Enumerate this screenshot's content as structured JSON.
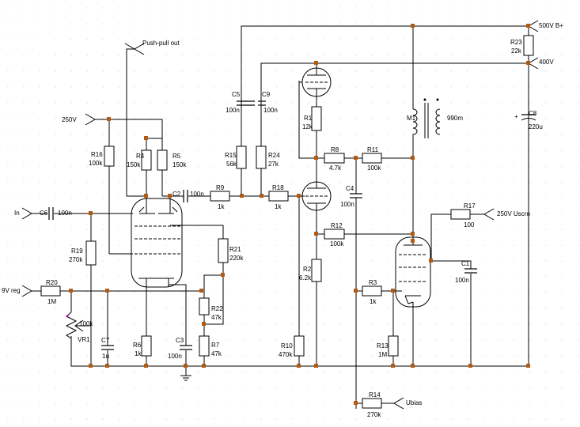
{
  "colors": {
    "wire": "#000000",
    "node": "#b05a14",
    "grid": "#c8c8c8",
    "polarity_mark": "#c000c0"
  },
  "ports": {
    "push_pull_out": "Push-pull out",
    "v250": "250V",
    "input": "In",
    "v9reg": "9V reg",
    "v500": "500V B+",
    "v400": "400V",
    "v250scrn": "250V Uscrn",
    "ubias": "Ubias"
  },
  "components": {
    "R1": {
      "ref": "R1",
      "value": "12k"
    },
    "R2": {
      "ref": "R2",
      "value": "6.2k"
    },
    "R3": {
      "ref": "R3",
      "value": "1k"
    },
    "R4": {
      "ref": "R4",
      "value": "150k"
    },
    "R5": {
      "ref": "R5",
      "value": "150k"
    },
    "R6": {
      "ref": "R6",
      "value": "1k"
    },
    "R7": {
      "ref": "R7",
      "value": "47k"
    },
    "R8": {
      "ref": "R8",
      "value": "4.7k"
    },
    "R9": {
      "ref": "R9",
      "value": "1k"
    },
    "R10": {
      "ref": "R10",
      "value": "470k"
    },
    "R11": {
      "ref": "R11",
      "value": "100k"
    },
    "R12": {
      "ref": "R12",
      "value": "100k"
    },
    "R13": {
      "ref": "R13",
      "value": "1M"
    },
    "R14": {
      "ref": "R14",
      "value": "270k"
    },
    "R15": {
      "ref": "R15",
      "value": "56k"
    },
    "R16": {
      "ref": "R16",
      "value": "100k"
    },
    "R17": {
      "ref": "R17",
      "value": "100"
    },
    "R18": {
      "ref": "R18",
      "value": "1k"
    },
    "R19": {
      "ref": "R19",
      "value": "270k"
    },
    "R20": {
      "ref": "R20",
      "value": "1M"
    },
    "R21": {
      "ref": "R21",
      "value": "220k"
    },
    "R22": {
      "ref": "R22",
      "value": "47k"
    },
    "R23": {
      "ref": "R23",
      "value": "22k"
    },
    "R24": {
      "ref": "R24",
      "value": "27k"
    },
    "C1": {
      "ref": "C1",
      "value": "100n"
    },
    "C2": {
      "ref": "C2",
      "value": "100n"
    },
    "C3": {
      "ref": "C3",
      "value": "100n"
    },
    "C4": {
      "ref": "C4",
      "value": "100n"
    },
    "C5": {
      "ref": "C5",
      "value": "100n"
    },
    "C6": {
      "ref": "C6",
      "value": "100n"
    },
    "C7": {
      "ref": "C7",
      "value": "1u"
    },
    "C8": {
      "ref": "C8",
      "value": "220u"
    },
    "C9": {
      "ref": "C9",
      "value": "100n"
    },
    "VR1": {
      "ref": "VR1",
      "value": "100k"
    },
    "M1": {
      "ref": "M1",
      "value": "990m"
    }
  }
}
